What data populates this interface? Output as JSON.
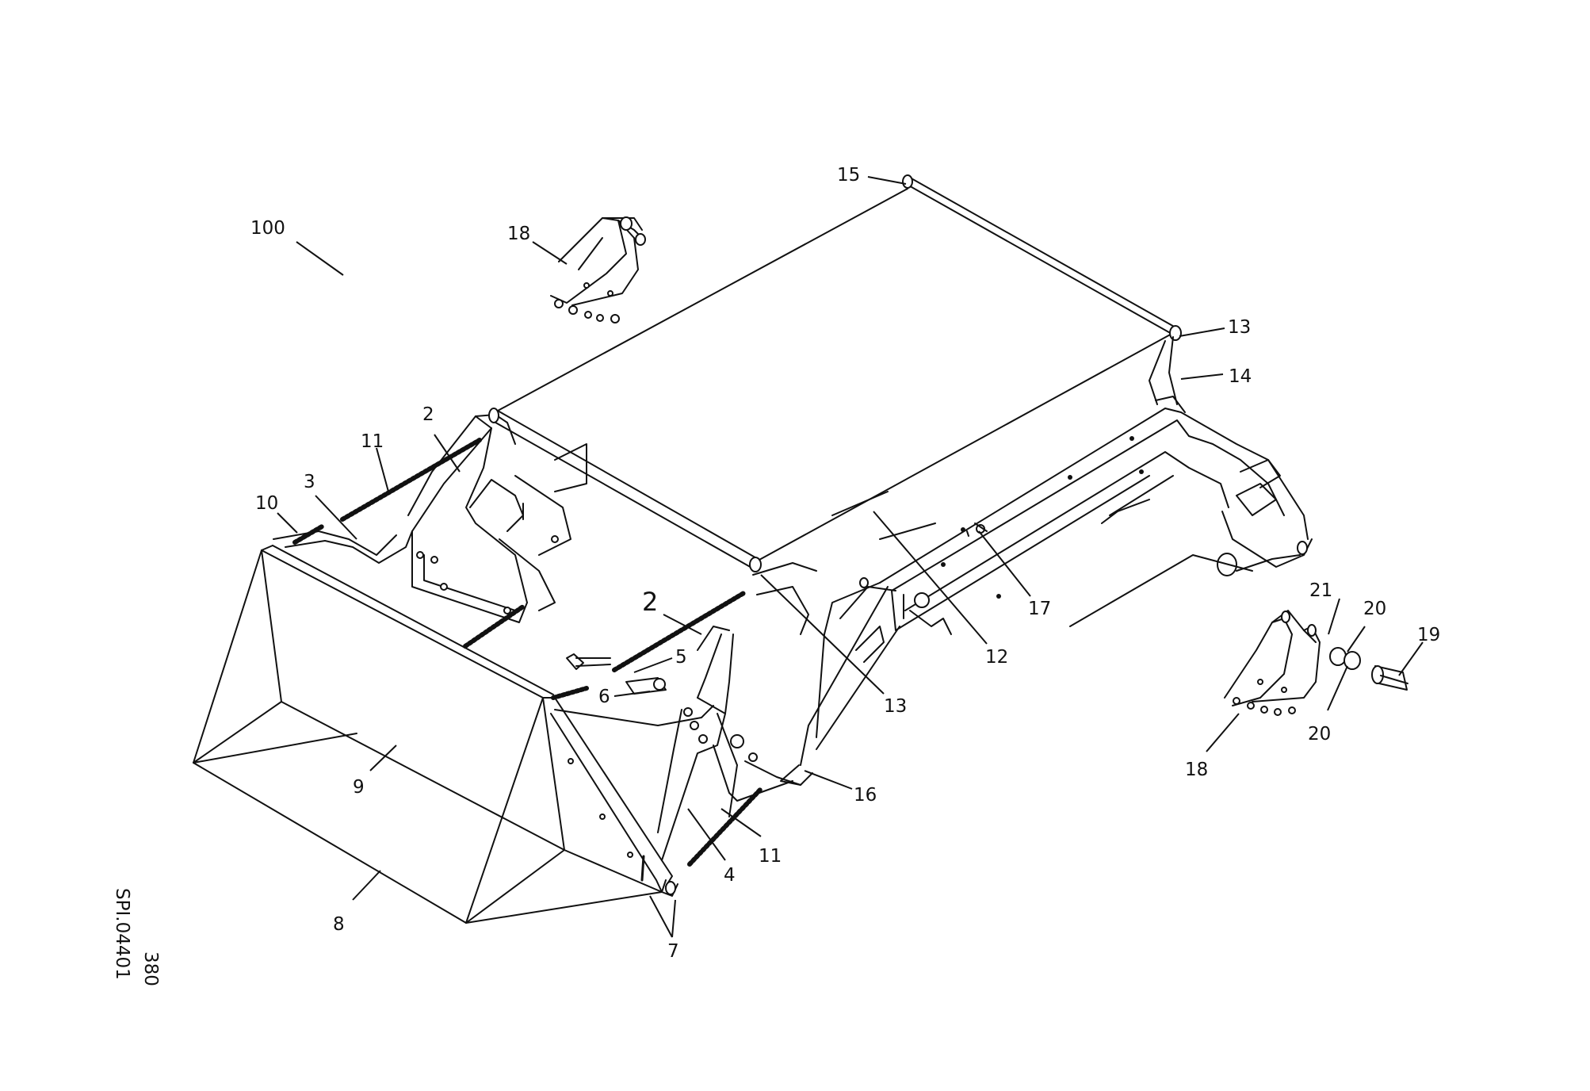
{
  "diagram": {
    "callouts": {
      "c100": "100",
      "c15": "15",
      "c18_top": "18",
      "c13_right": "13",
      "c14": "14",
      "c2_left": "2",
      "c11_top": "11",
      "c3": "3",
      "c10": "10",
      "c2_center": "2",
      "c5": "5",
      "c6": "6",
      "c13_center": "13",
      "c12": "12",
      "c17": "17",
      "c21": "21",
      "c20_top": "20",
      "c19": "19",
      "c20_bottom": "20",
      "c18_bottom": "18",
      "c16": "16",
      "c11_bottom": "11",
      "c4": "4",
      "c9": "9",
      "c8": "8",
      "c7": "7"
    },
    "doc_ref": {
      "line1": "380",
      "line2": "SPI.04401"
    }
  }
}
